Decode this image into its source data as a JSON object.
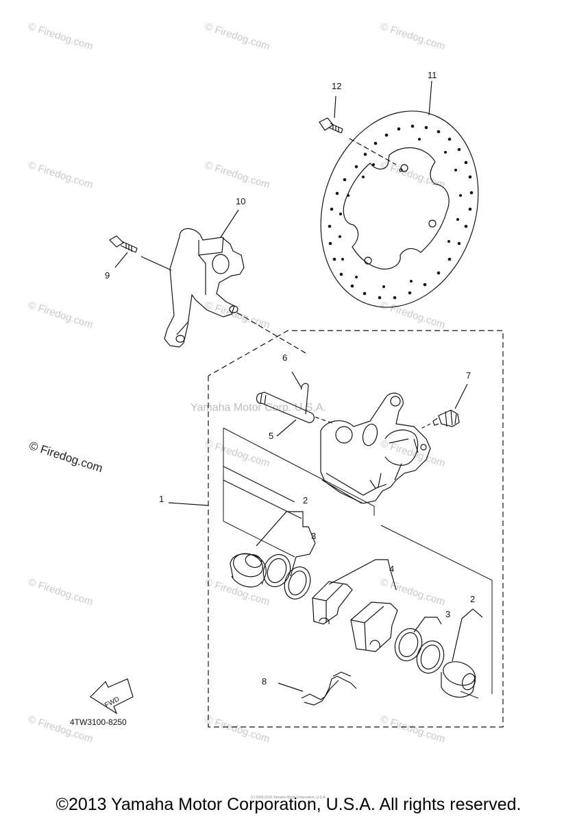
{
  "watermark": {
    "text": "© Firedog.com",
    "center_text": "Yamaha Motor Corp. U.S.A."
  },
  "callouts": [
    "1",
    "2",
    "2",
    "3",
    "3",
    "4",
    "5",
    "6",
    "7",
    "8",
    "9",
    "10",
    "11",
    "12"
  ],
  "part_code": "4TW3100-8250",
  "fwd_label": "FWD",
  "footer": {
    "copyright": "©2013 Yamaha Motor Corporation, U.S.A. All rights reserved.",
    "small_print": "(c) 2005-2015 Yamaha Motor Corporation, U.S.A."
  },
  "colors": {
    "line": "#111111",
    "watermark": "#c9c9c9"
  }
}
